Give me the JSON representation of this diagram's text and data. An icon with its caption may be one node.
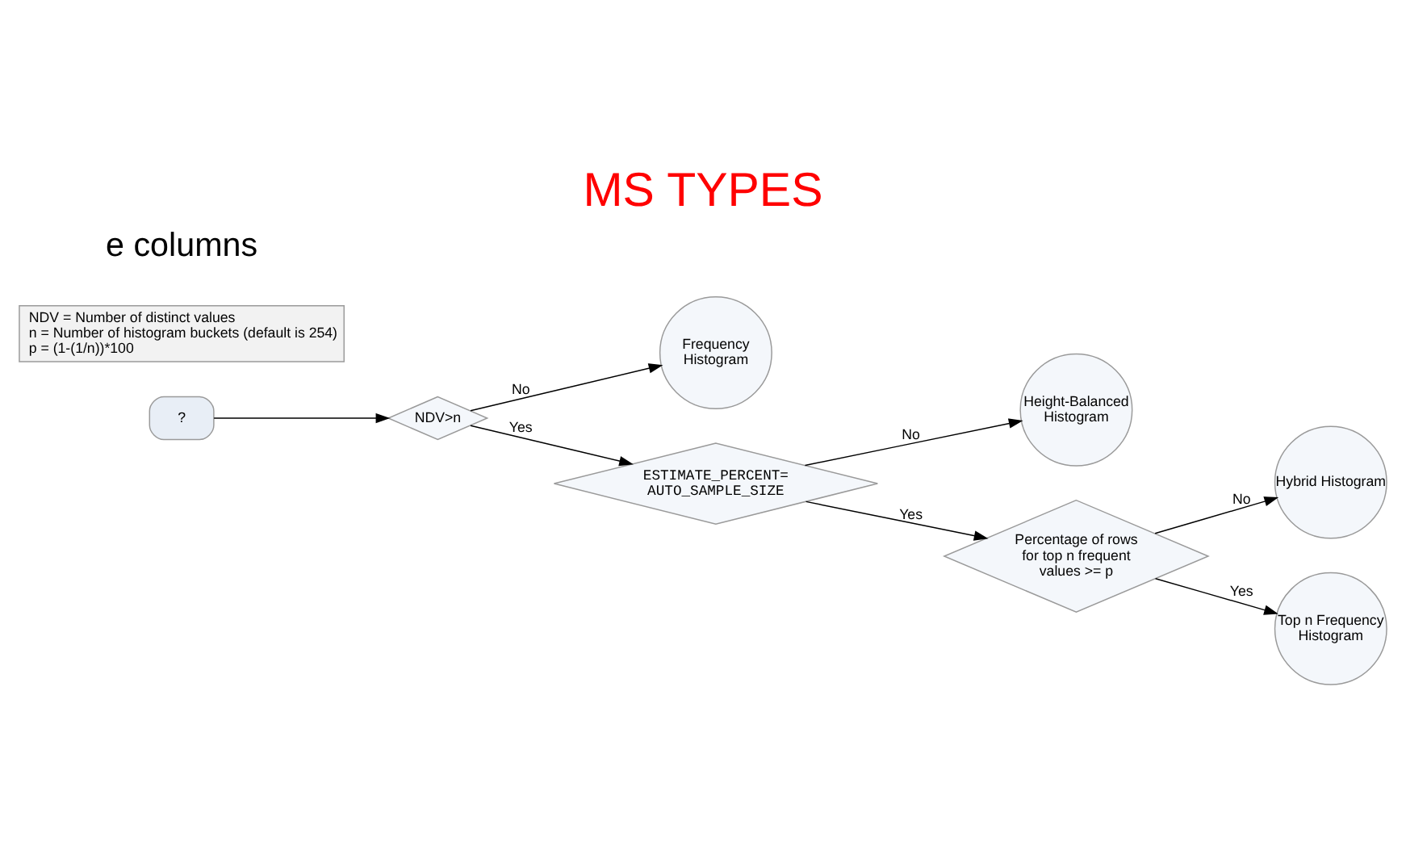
{
  "diagram": {
    "title": "MS TYPES",
    "nodes": [
      {
        "text": [
          "?"
        ]
      },
      {
        "text": [
          "NDV>n"
        ]
      },
      {
        "text": [
          "Frequency Histogram"
        ]
      },
      {
        "text": [
          "ESTIMATE_PERCENT= AUTO_SAMPLE_SIZE"
        ]
      },
      {
        "text": [
          "Height-Balanced Histogram"
        ]
      },
      {
        "text": [
          "Percentage of rows for top n frequent values >= p"
        ]
      },
      {
        "text": [
          "Hybrid Histogram"
        ]
      },
      {
        "text": [
          "Top n Frequency Histogram"
        ]
      },
      {
        "text": [
          "NDV = Number of distinct values",
          "n = Number of histogram buckets (default is 254)",
          "p = (1-(1/n))*100"
        ]
      }
    ],
    "edges": [
      {
        "from": 0,
        "to": 1,
        "arrow": "to"
      },
      {
        "from": 1,
        "to": 3,
        "arrow": "to",
        "label": "Yes"
      },
      {
        "from": 1,
        "to": 2,
        "arrow": "to",
        "label": "No"
      },
      {
        "from": 3,
        "to": 5,
        "arrow": "to",
        "label": "Yes"
      },
      {
        "from": 3,
        "to": 4,
        "arrow": "to",
        "label": "No"
      },
      {
        "from": 5,
        "to": 7,
        "arrow": "to",
        "label": "Yes"
      },
      {
        "from": 5,
        "to": 6,
        "arrow": "to",
        "label": "No"
      }
    ],
    "labels": [
      "e columns"
    ]
  }
}
